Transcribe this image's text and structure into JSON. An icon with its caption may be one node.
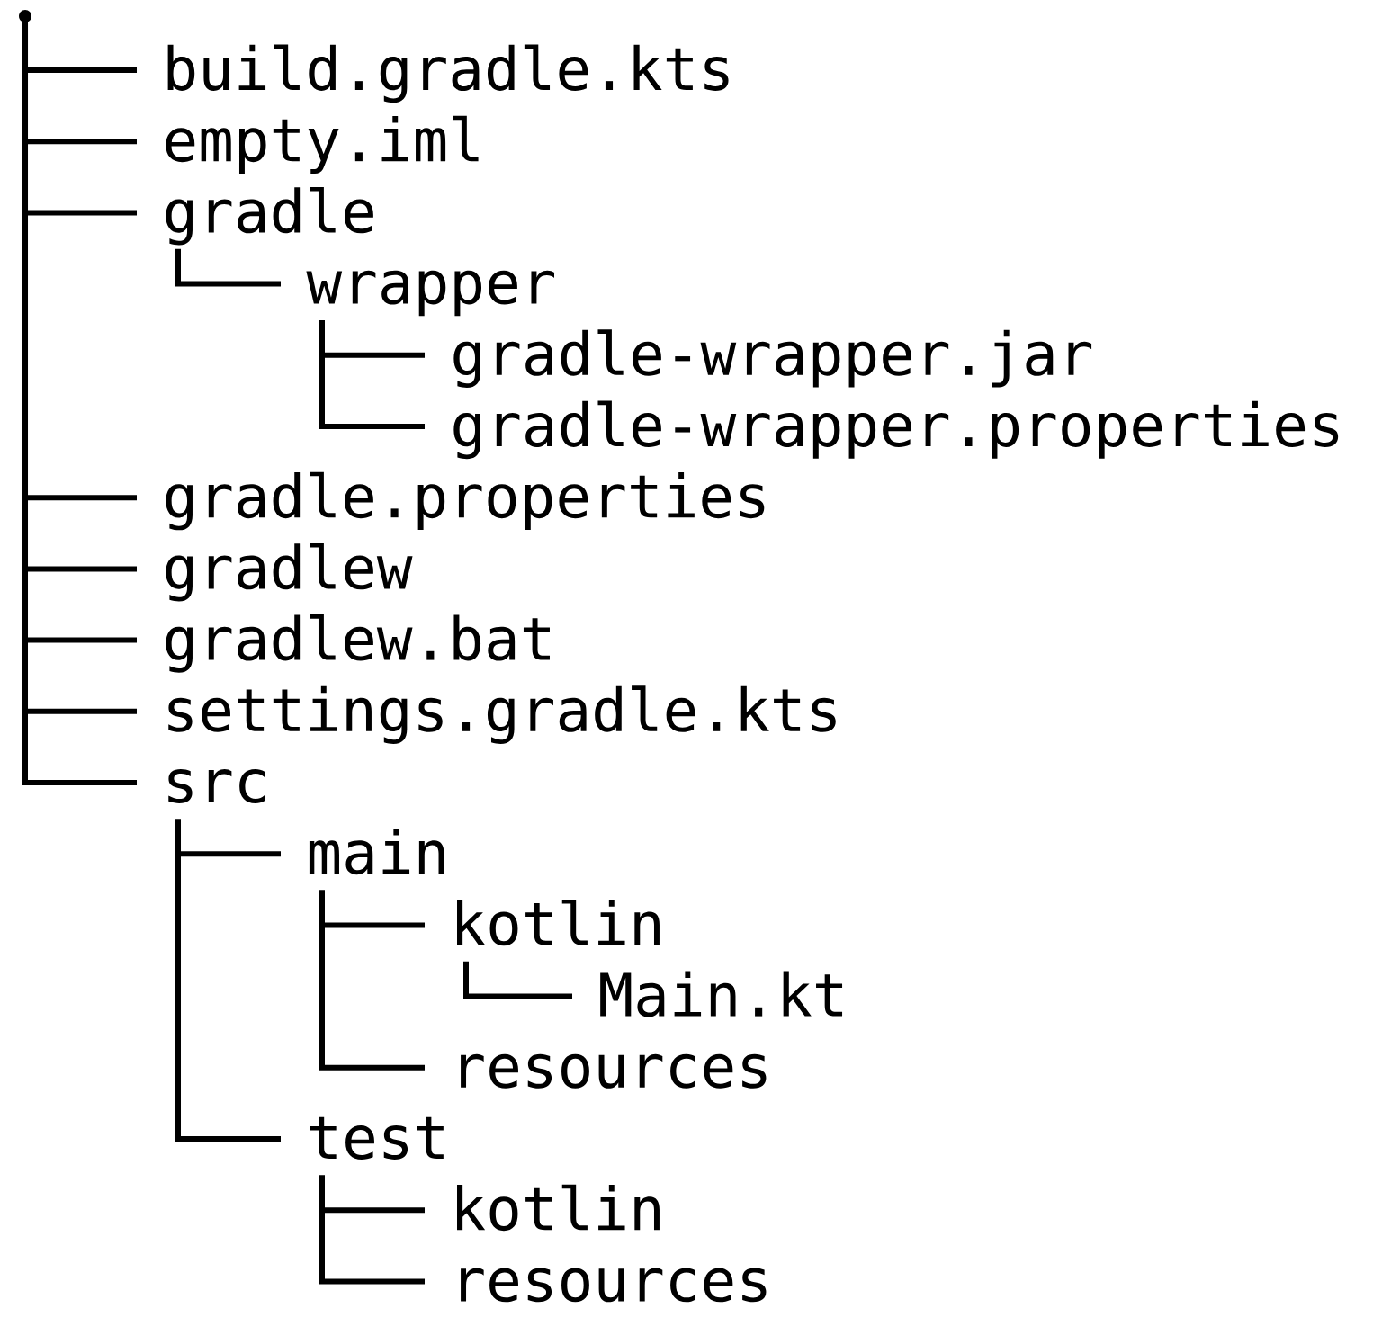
{
  "diagram": {
    "nodes": [
      {
        "text": [],
        "shape": "circle"
      },
      {
        "text": [
          "build.gradle.kts"
        ]
      },
      {
        "text": [
          "empty.iml"
        ]
      },
      {
        "text": [
          "gradle"
        ]
      },
      {
        "text": [
          "wrapper"
        ]
      },
      {
        "text": [
          "gradle-wrapper.jar"
        ]
      },
      {
        "text": [
          "gradle-wrapper.properties"
        ]
      },
      {
        "text": [
          "gradle.properties"
        ]
      },
      {
        "text": [
          "gradlew"
        ]
      },
      {
        "text": [
          "gradlew.bat"
        ]
      },
      {
        "text": [
          "settings.gradle.kts"
        ]
      },
      {
        "text": [
          "src"
        ]
      },
      {
        "text": [
          "main"
        ]
      },
      {
        "text": [
          "kotlin"
        ]
      },
      {
        "text": [
          "Main.kt"
        ]
      },
      {
        "text": [
          "resources"
        ]
      },
      {
        "text": [
          "test"
        ]
      },
      {
        "text": [
          "kotlin"
        ]
      },
      {
        "text": [
          "resources"
        ]
      }
    ],
    "edges": [
      {
        "from": 0,
        "to": 1,
        "arrow": "none"
      },
      {
        "from": 0,
        "to": 2,
        "arrow": "none"
      },
      {
        "from": 0,
        "to": 3,
        "arrow": "none"
      },
      {
        "from": 3,
        "to": 4,
        "arrow": "none"
      },
      {
        "from": 4,
        "to": 5,
        "arrow": "none"
      },
      {
        "from": 4,
        "to": 6,
        "arrow": "none"
      },
      {
        "from": 0,
        "to": 7,
        "arrow": "none"
      },
      {
        "from": 0,
        "to": 8,
        "arrow": "none"
      },
      {
        "from": 0,
        "to": 9,
        "arrow": "none"
      },
      {
        "from": 0,
        "to": 10,
        "arrow": "none"
      },
      {
        "from": 0,
        "to": 11,
        "arrow": "none"
      },
      {
        "from": 11,
        "to": 12,
        "arrow": "none"
      },
      {
        "from": 12,
        "to": 13,
        "arrow": "none"
      },
      {
        "from": 13,
        "to": 14,
        "arrow": "none"
      },
      {
        "from": 12,
        "to": 15,
        "arrow": "none"
      },
      {
        "from": 11,
        "to": 16,
        "arrow": "none"
      },
      {
        "from": 16,
        "to": 17,
        "arrow": "none"
      },
      {
        "from": 16,
        "to": 18,
        "arrow": "none"
      }
    ]
  }
}
